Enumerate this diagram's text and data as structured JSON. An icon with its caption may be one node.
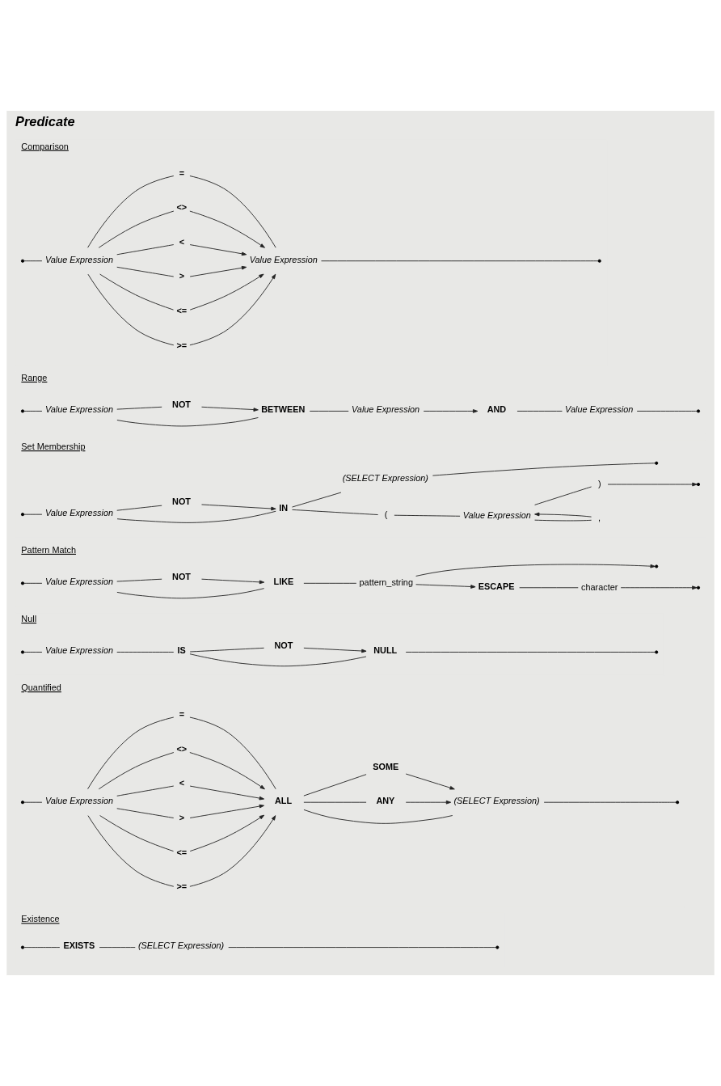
{
  "diagram": {
    "title": "Predicate",
    "nodes": [
      {
        "text": [
          "Value Expression"
        ]
      },
      {
        "text": [
          "="
        ]
      },
      {
        "text": [
          "<>"
        ]
      },
      {
        "text": [
          "<"
        ]
      },
      {
        "text": [
          ">"
        ]
      },
      {
        "text": [
          "<="
        ]
      },
      {
        "text": [
          ">="
        ]
      },
      {
        "text": [
          "Value Expression"
        ]
      },
      {
        "text": [
          "Value Expression"
        ]
      },
      {
        "text": [
          "NOT"
        ]
      },
      {
        "text": [
          "BETWEEN"
        ]
      },
      {
        "text": [
          "Value Expression"
        ]
      },
      {
        "text": [
          "AND"
        ]
      },
      {
        "text": [
          "Value Expression"
        ]
      },
      {
        "text": [
          "Value Expression"
        ]
      },
      {
        "text": [
          "NOT"
        ]
      },
      {
        "text": [
          "IN"
        ]
      },
      {
        "text": [
          "(SELECT Expression)"
        ]
      },
      {
        "text": [
          "("
        ]
      },
      {
        "text": [
          "Value Expression"
        ]
      },
      {
        "text": [
          ","
        ]
      },
      {
        "text": [
          ")"
        ]
      },
      {
        "text": [
          "Value Expression"
        ]
      },
      {
        "text": [
          "NOT"
        ]
      },
      {
        "text": [
          "LIKE"
        ]
      },
      {
        "text": [
          "pattern_string"
        ]
      },
      {
        "text": [
          "ESCAPE"
        ]
      },
      {
        "text": [
          "character"
        ]
      },
      {
        "text": [
          "Value Expression"
        ]
      },
      {
        "text": [
          "IS"
        ]
      },
      {
        "text": [
          "NOT"
        ]
      },
      {
        "text": [
          "NULL"
        ]
      },
      {
        "text": [
          "Value Expression"
        ]
      },
      {
        "text": [
          "="
        ]
      },
      {
        "text": [
          "<>"
        ]
      },
      {
        "text": [
          "<"
        ]
      },
      {
        "text": [
          ">"
        ]
      },
      {
        "text": [
          "<="
        ]
      },
      {
        "text": [
          ">="
        ]
      },
      {
        "text": [
          "ALL"
        ]
      },
      {
        "text": [
          "SOME"
        ]
      },
      {
        "text": [
          "ANY"
        ]
      },
      {
        "text": [
          "(SELECT Expression)"
        ]
      },
      {
        "text": [
          "EXISTS"
        ]
      },
      {
        "text": [
          "(SELECT Expression)"
        ]
      }
    ],
    "edges": [
      {
        "from": null,
        "to": 0,
        "arrow": "none"
      },
      {
        "from": 0,
        "to": 1,
        "arrow": "none"
      },
      {
        "from": 0,
        "to": 2,
        "arrow": "none"
      },
      {
        "from": 0,
        "to": 3,
        "arrow": "none"
      },
      {
        "from": 0,
        "to": 4,
        "arrow": "none"
      },
      {
        "from": 0,
        "to": 5,
        "arrow": "none"
      },
      {
        "from": 0,
        "to": 6,
        "arrow": "none"
      },
      {
        "from": 1,
        "to": 7,
        "arrow": "none"
      },
      {
        "from": 2,
        "to": 7,
        "arrow": "to"
      },
      {
        "from": 3,
        "to": 7,
        "arrow": "to"
      },
      {
        "from": 4,
        "to": 7,
        "arrow": "to"
      },
      {
        "from": 5,
        "to": 7,
        "arrow": "to"
      },
      {
        "from": 6,
        "to": 7,
        "arrow": "to"
      },
      {
        "from": 7,
        "to": null,
        "arrow": "none"
      },
      {
        "from": null,
        "to": 8,
        "arrow": "none"
      },
      {
        "from": 8,
        "to": 9,
        "arrow": "none"
      },
      {
        "from": 9,
        "to": 10,
        "arrow": "to"
      },
      {
        "from": 8,
        "to": 10,
        "arrow": "none"
      },
      {
        "from": 10,
        "to": 11,
        "arrow": "none"
      },
      {
        "from": 11,
        "to": 12,
        "arrow": "to"
      },
      {
        "from": 12,
        "to": 13,
        "arrow": "none"
      },
      {
        "from": 13,
        "to": null,
        "arrow": "none"
      },
      {
        "from": null,
        "to": 14,
        "arrow": "none"
      },
      {
        "from": 14,
        "to": 15,
        "arrow": "none"
      },
      {
        "from": 15,
        "to": 16,
        "arrow": "to"
      },
      {
        "from": 14,
        "to": 16,
        "arrow": "none"
      },
      {
        "from": 16,
        "to": 17,
        "arrow": "none"
      },
      {
        "from": 16,
        "to": 18,
        "arrow": "none"
      },
      {
        "from": 18,
        "to": 19,
        "arrow": "none"
      },
      {
        "from": 19,
        "to": 20,
        "arrow": "none"
      },
      {
        "from": 20,
        "to": 19,
        "arrow": "to"
      },
      {
        "from": 19,
        "to": 21,
        "arrow": "none"
      },
      {
        "from": 17,
        "to": null,
        "arrow": "none"
      },
      {
        "from": 21,
        "to": null,
        "arrow": "to"
      },
      {
        "from": null,
        "to": 22,
        "arrow": "none"
      },
      {
        "from": 22,
        "to": 23,
        "arrow": "none"
      },
      {
        "from": 23,
        "to": 24,
        "arrow": "to"
      },
      {
        "from": 22,
        "to": 24,
        "arrow": "none"
      },
      {
        "from": 24,
        "to": 25,
        "arrow": "none"
      },
      {
        "from": 25,
        "to": 26,
        "arrow": "to"
      },
      {
        "from": 26,
        "to": 27,
        "arrow": "none"
      },
      {
        "from": 27,
        "to": null,
        "arrow": "to"
      },
      {
        "from": 25,
        "to": null,
        "arrow": "to"
      },
      {
        "from": null,
        "to": 28,
        "arrow": "none"
      },
      {
        "from": 28,
        "to": 29,
        "arrow": "none"
      },
      {
        "from": 29,
        "to": 30,
        "arrow": "none"
      },
      {
        "from": 30,
        "to": 31,
        "arrow": "to"
      },
      {
        "from": 29,
        "to": 31,
        "arrow": "none"
      },
      {
        "from": 31,
        "to": null,
        "arrow": "none"
      },
      {
        "from": null,
        "to": 32,
        "arrow": "none"
      },
      {
        "from": 32,
        "to": 33,
        "arrow": "none"
      },
      {
        "from": 32,
        "to": 34,
        "arrow": "none"
      },
      {
        "from": 32,
        "to": 35,
        "arrow": "none"
      },
      {
        "from": 32,
        "to": 36,
        "arrow": "none"
      },
      {
        "from": 32,
        "to": 37,
        "arrow": "none"
      },
      {
        "from": 32,
        "to": 38,
        "arrow": "none"
      },
      {
        "from": 33,
        "to": 39,
        "arrow": "none"
      },
      {
        "from": 34,
        "to": 39,
        "arrow": "to"
      },
      {
        "from": 35,
        "to": 39,
        "arrow": "to"
      },
      {
        "from": 36,
        "to": 39,
        "arrow": "to"
      },
      {
        "from": 37,
        "to": 39,
        "arrow": "to"
      },
      {
        "from": 38,
        "to": 39,
        "arrow": "to"
      },
      {
        "from": 39,
        "to": 40,
        "arrow": "none"
      },
      {
        "from": 39,
        "to": 41,
        "arrow": "none"
      },
      {
        "from": 39,
        "to": 42,
        "arrow": "none"
      },
      {
        "from": 40,
        "to": 42,
        "arrow": "to"
      },
      {
        "from": 41,
        "to": 42,
        "arrow": "to"
      },
      {
        "from": 42,
        "to": null,
        "arrow": "none"
      },
      {
        "from": null,
        "to": 43,
        "arrow": "none"
      },
      {
        "from": 43,
        "to": 44,
        "arrow": "none"
      },
      {
        "from": 44,
        "to": null,
        "arrow": "none"
      }
    ],
    "labels": [
      "Comparison",
      "Range",
      "Set Membership",
      "Pattern Match",
      "Null",
      "Quantified",
      "Existence"
    ]
  }
}
